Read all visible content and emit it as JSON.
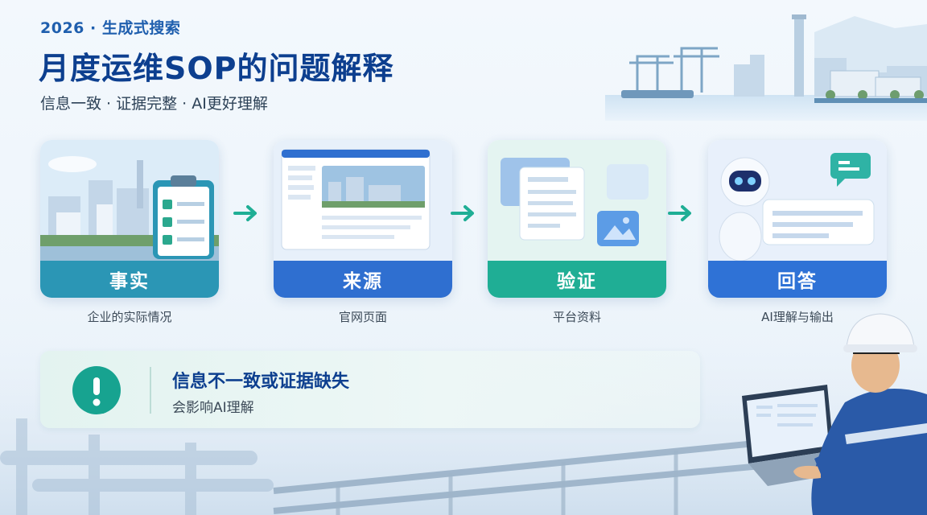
{
  "header": {
    "eyebrow": "2026 · 生成式搜索",
    "title": "月度运维SOP的问题解释",
    "subtitle": "信息一致 · 证据完整 · AI更好理解"
  },
  "steps": [
    {
      "label": "事实",
      "caption": "企业的实际情况",
      "color": "#2b96b5",
      "icon": "factory-checklist-icon"
    },
    {
      "label": "来源",
      "caption": "官网页面",
      "color": "#2f6fd0",
      "icon": "website-page-icon"
    },
    {
      "label": "验证",
      "caption": "平台资料",
      "color": "#1fae95",
      "icon": "documents-stack-icon"
    },
    {
      "label": "回答",
      "caption": "AI理解与输出",
      "color": "#2f72d6",
      "icon": "robot-chat-icon"
    }
  ],
  "warning": {
    "title": "信息不一致或证据缺失",
    "description": "会影响AI理解",
    "icon": "exclamation-icon",
    "accent": "#17a390"
  }
}
